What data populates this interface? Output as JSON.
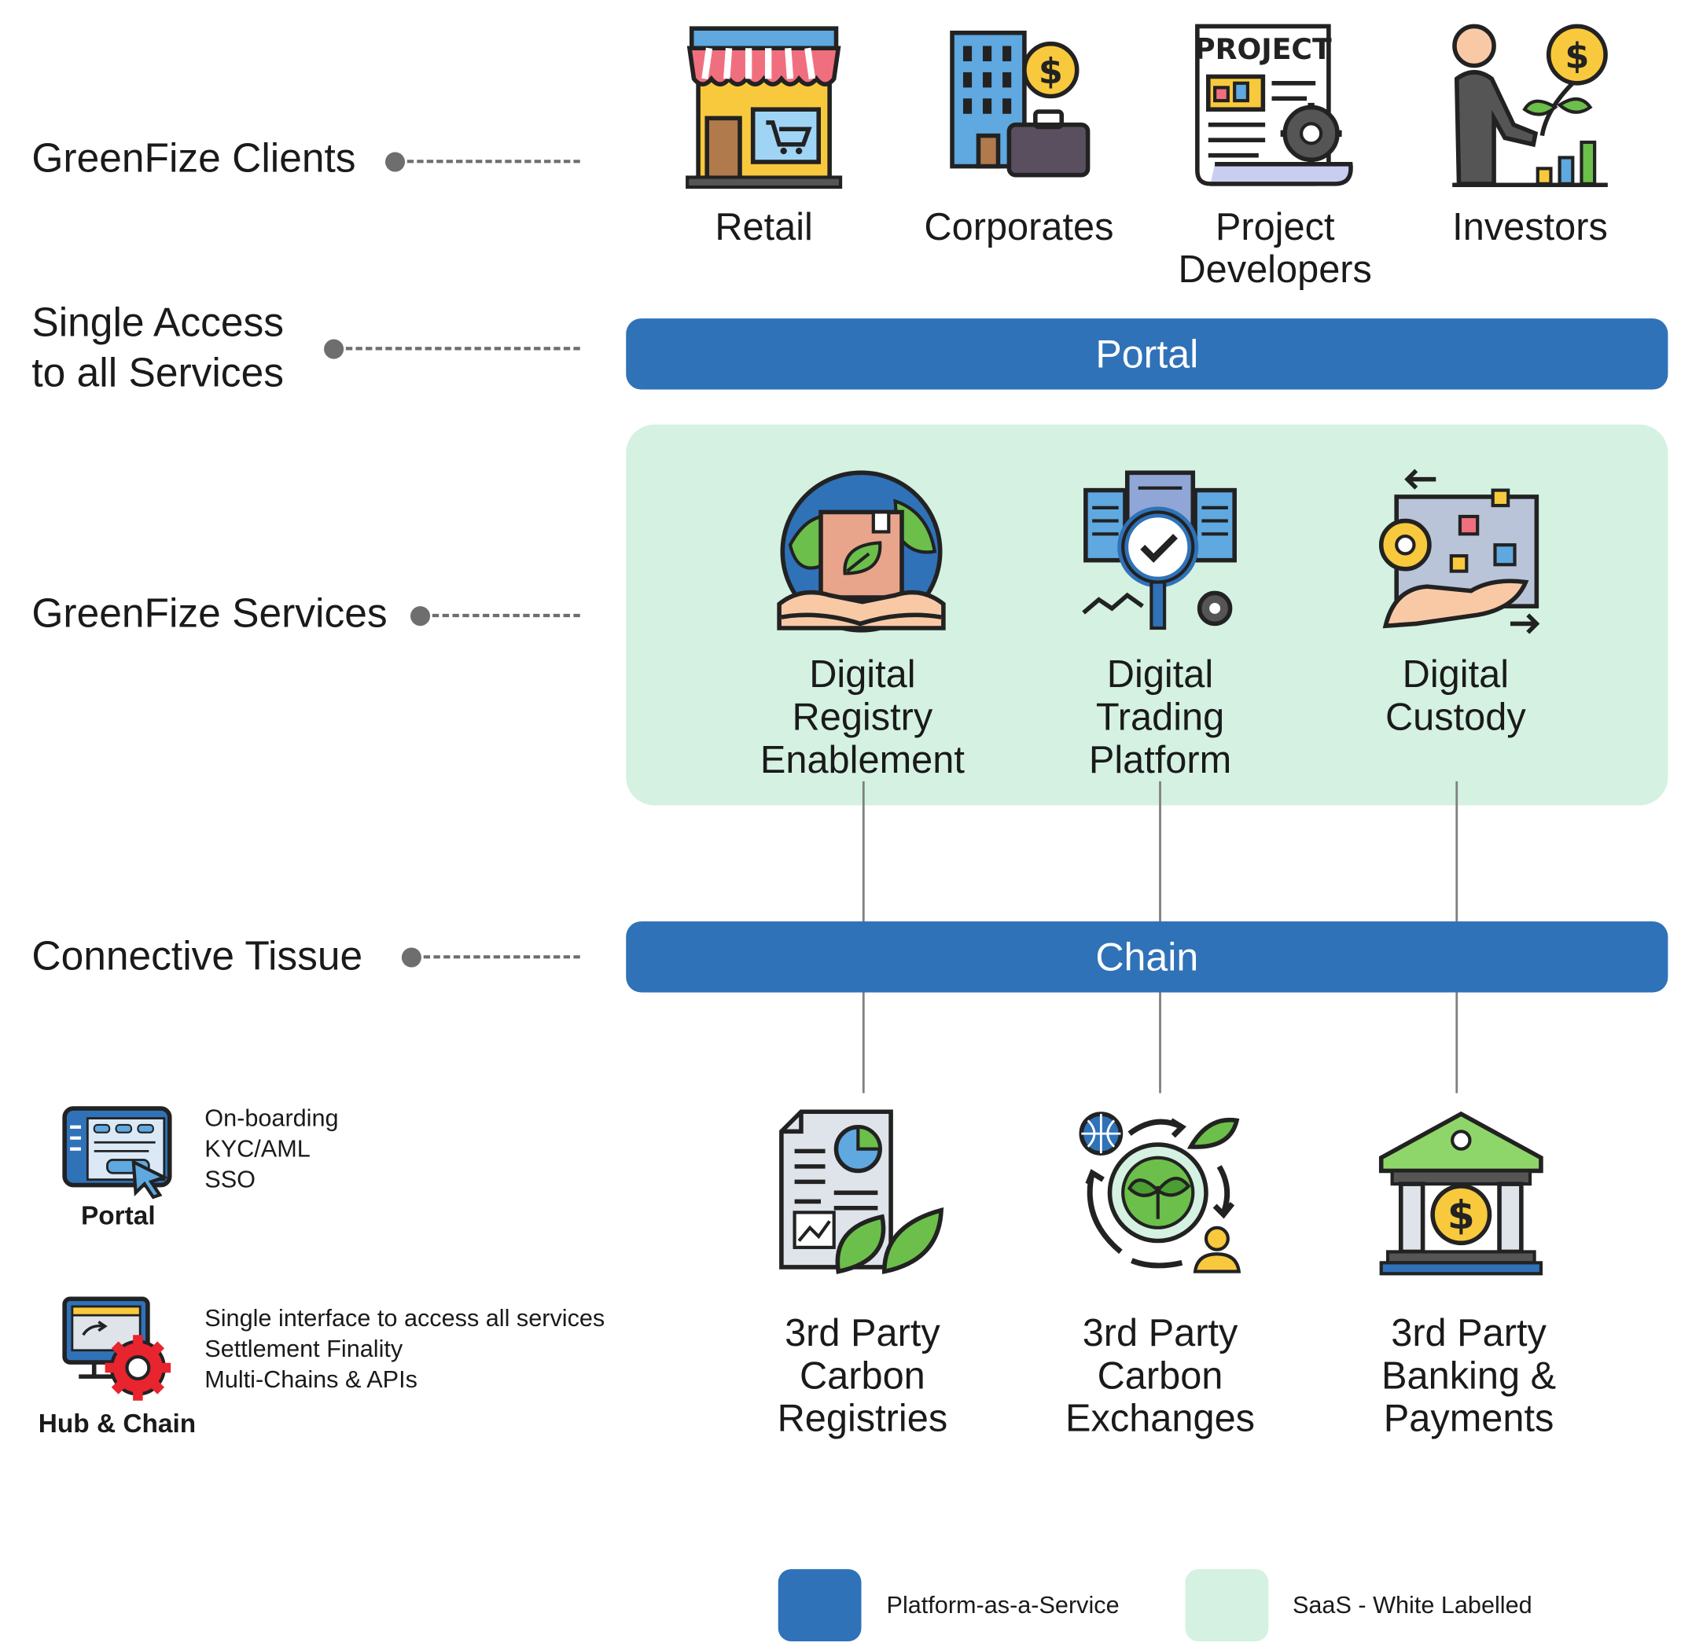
{
  "colors": {
    "paas": "#2f72b8",
    "saas": "#d4f1e2",
    "connector": "#808080",
    "dot": "#6e6e6e"
  },
  "rows": {
    "clients": "GreenFize Clients",
    "access_line1": "Single Access",
    "access_line2": "to all Services",
    "services": "GreenFize Services",
    "tissue": "Connective Tissue"
  },
  "clients": [
    {
      "icon": "storefront-icon",
      "label_line1": "Retail",
      "label_line2": ""
    },
    {
      "icon": "office-building-icon",
      "label_line1": "Corporates",
      "label_line2": ""
    },
    {
      "icon": "project-document-icon",
      "label_line1": "Project",
      "label_line2": "Developers"
    },
    {
      "icon": "investor-plant-icon",
      "label_line1": "Investors",
      "label_line2": ""
    }
  ],
  "portal_bar": "Portal",
  "chain_bar": "Chain",
  "services": [
    {
      "icon": "globe-hands-icon",
      "line1": "Digital",
      "line2": "Registry",
      "line3": "Enablement"
    },
    {
      "icon": "trading-search-icon",
      "line1": "Digital",
      "line2": "Trading",
      "line3": "Platform"
    },
    {
      "icon": "custody-hand-icon",
      "line1": "Digital",
      "line2": "Custody",
      "line3": ""
    }
  ],
  "third_party": [
    {
      "icon": "registry-report-icon",
      "line1": "3rd Party",
      "line2": "Carbon",
      "line3": "Registries"
    },
    {
      "icon": "carbon-exchange-icon",
      "line1": "3rd Party",
      "line2": "Carbon",
      "line3": "Exchanges"
    },
    {
      "icon": "bank-icon",
      "line1": "3rd Party",
      "line2": "Banking &",
      "line3": "Payments"
    }
  ],
  "legend": {
    "portal": {
      "title": "Portal",
      "items": [
        "On-boarding",
        "KYC/AML",
        "SSO"
      ]
    },
    "hub": {
      "title": "Hub & Chain",
      "items": [
        "Single interface to access all services",
        "Settlement Finality",
        "Multi-Chains & APIs"
      ]
    }
  },
  "key": {
    "paas": "Platform-as-a-Service",
    "saas": "SaaS - White Labelled"
  }
}
